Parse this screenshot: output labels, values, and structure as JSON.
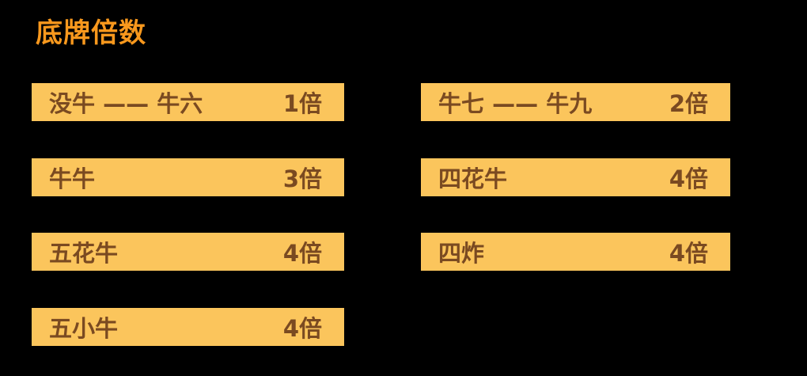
{
  "panel": {
    "title": "底牌倍数"
  },
  "colors": {
    "background": "#000000",
    "title_text": "#F8981D",
    "bar_background": "#FBC55C",
    "bar_text": "#7A4A21"
  },
  "rows": [
    {
      "label": "没牛 —— 牛六",
      "multiplier": "1倍"
    },
    {
      "label": "牛七 —— 牛九",
      "multiplier": "2倍"
    },
    {
      "label": "牛牛",
      "multiplier": "3倍"
    },
    {
      "label": "四花牛",
      "multiplier": "4倍"
    },
    {
      "label": "五花牛",
      "multiplier": "4倍"
    },
    {
      "label": "四炸",
      "multiplier": "4倍"
    },
    {
      "label": "五小牛",
      "multiplier": "4倍"
    }
  ]
}
